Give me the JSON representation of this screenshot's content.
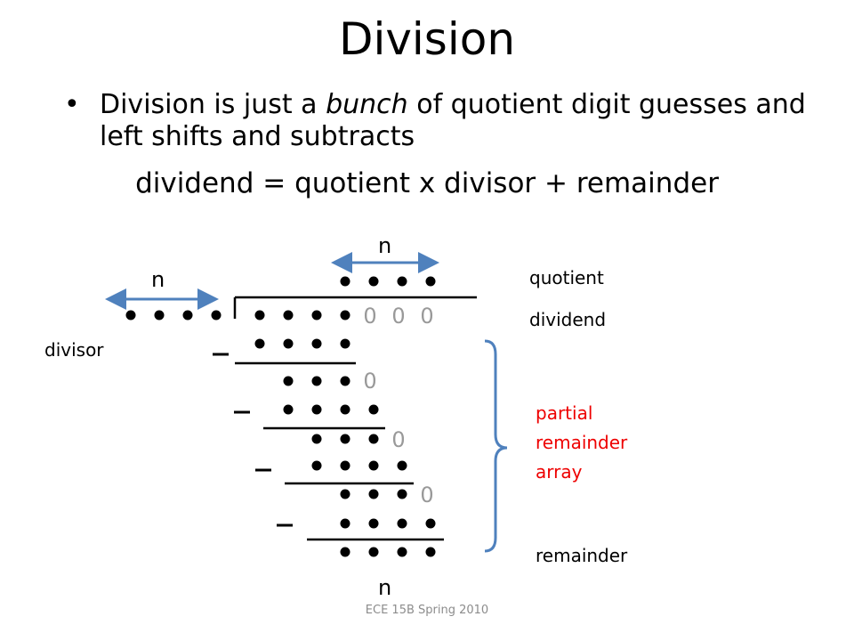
{
  "slide": {
    "title": "Division",
    "bullet_glyph": "•",
    "bullet_pre": "Division is just a ",
    "bullet_em": "bunch",
    "bullet_post": " of quotient digit guesses and left shifts and subtracts",
    "equation": "dividend = quotient x divisor  +  remainder",
    "footer": "ECE 15B Spring 2010"
  },
  "diagram": {
    "n_label": "n",
    "labels": {
      "quotient": "quotient",
      "dividend": "dividend",
      "divisor": "divisor",
      "partial": [
        "partial",
        "remainder",
        "array"
      ],
      "remainder": "remainder"
    },
    "zero": "0",
    "minus": "–",
    "colors": {
      "arrow": "#4f81bd",
      "accent": "#ee0000",
      "zero_gray": "#999999",
      "footer": "#8c8c8c"
    }
  }
}
